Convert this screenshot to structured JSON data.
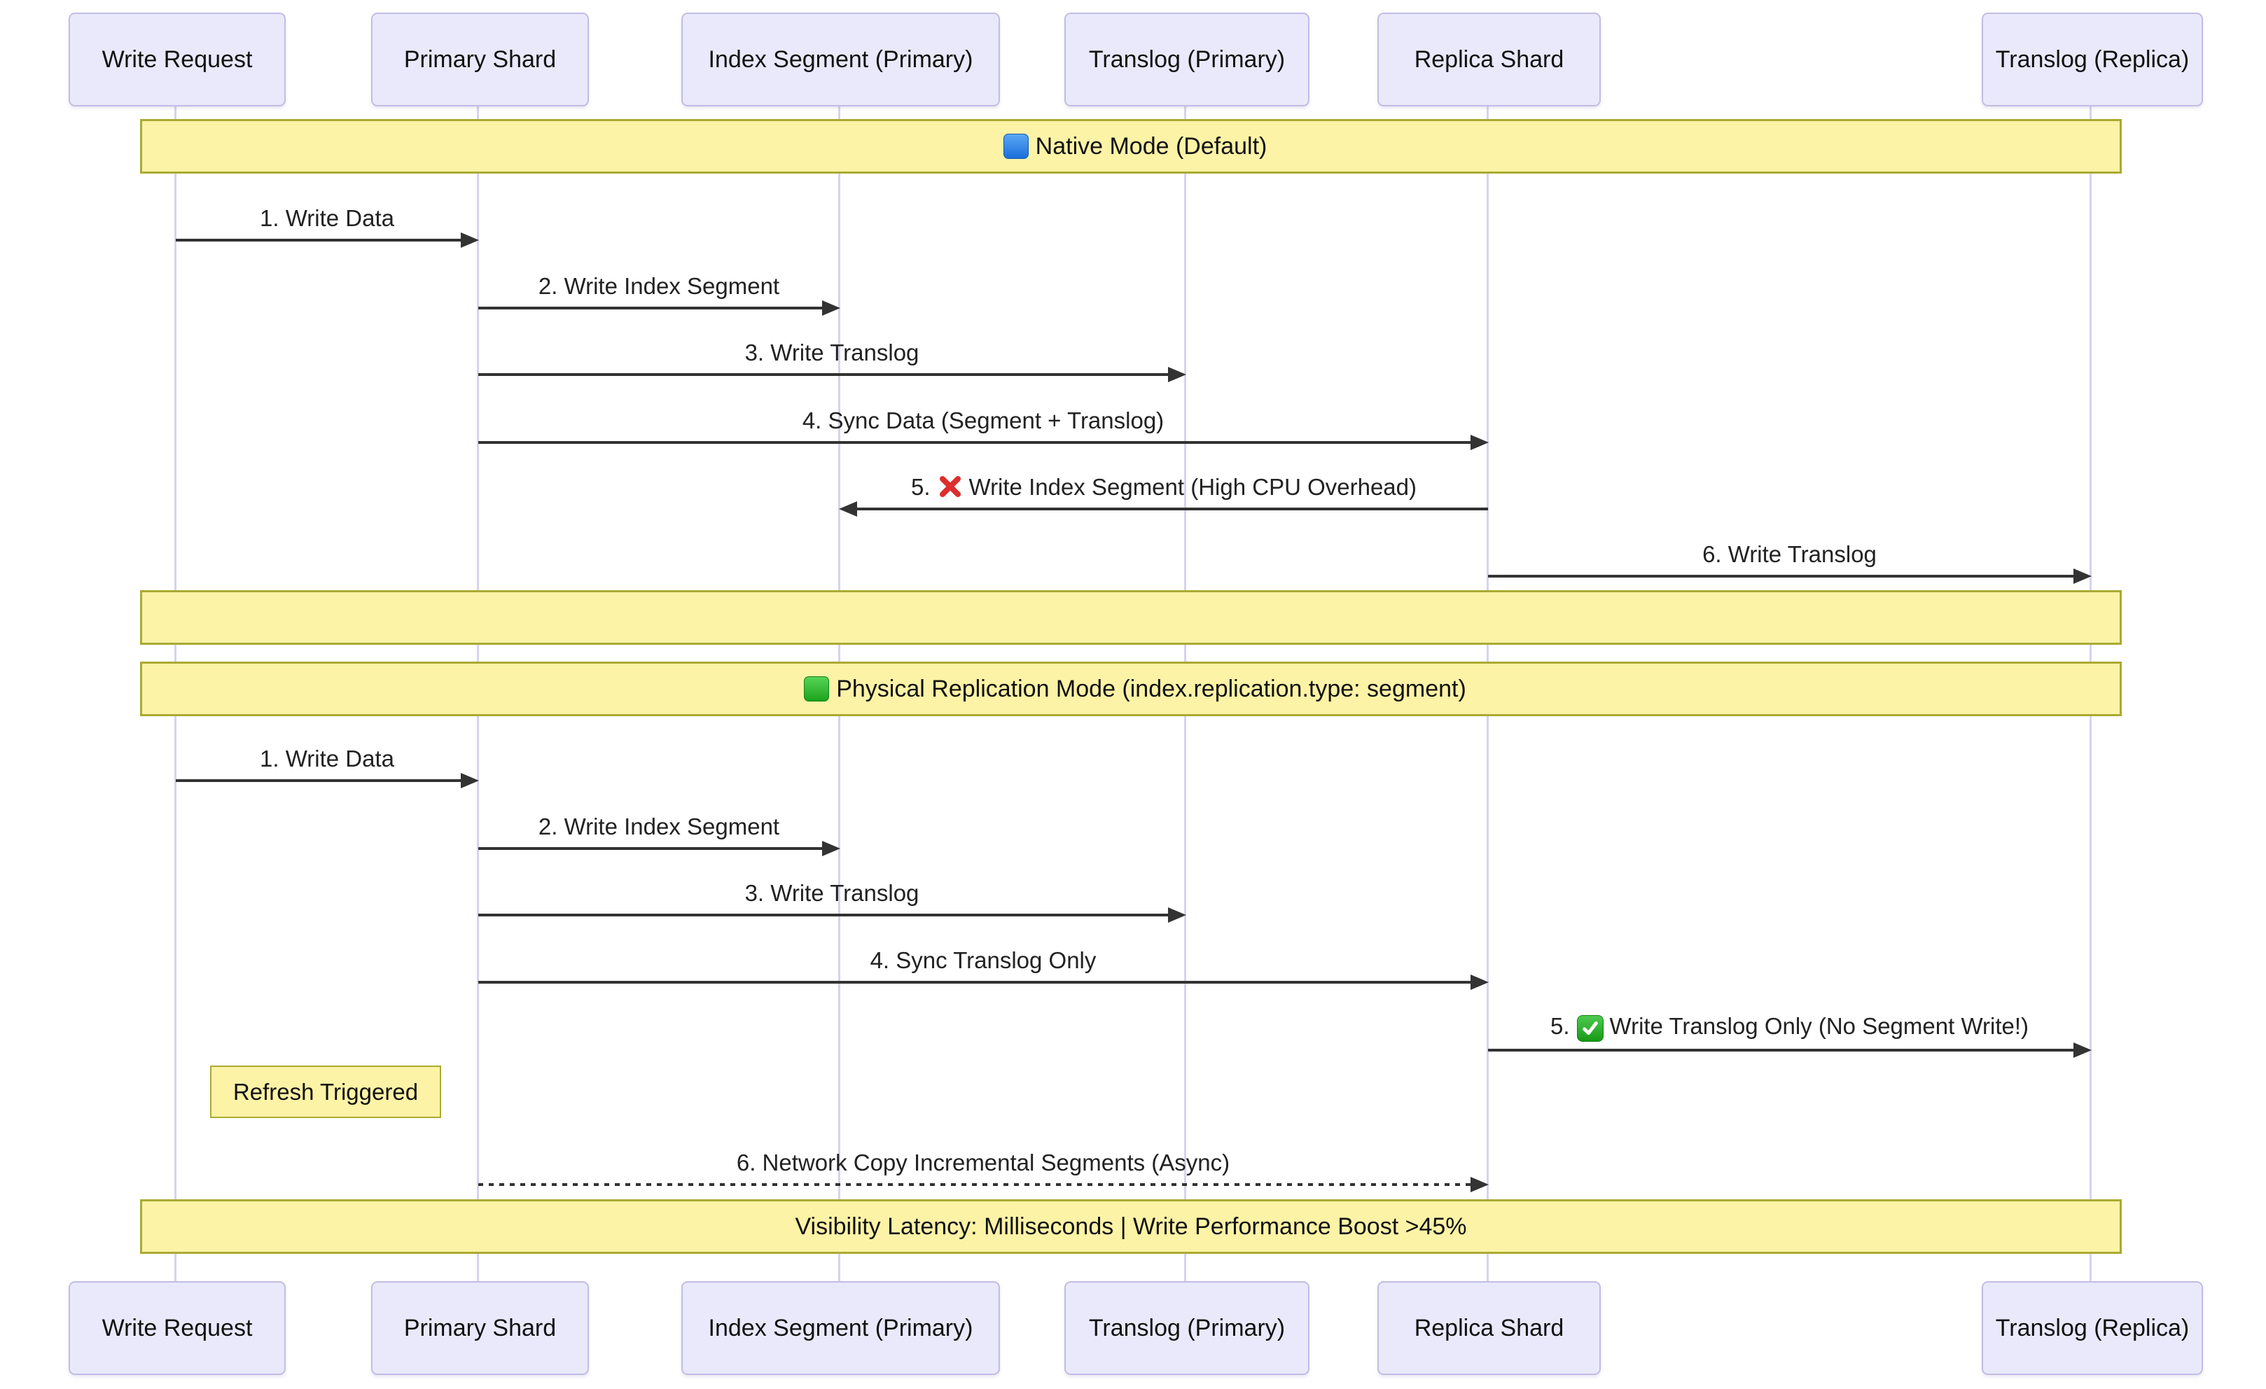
{
  "participants": [
    {
      "label": "Write Request"
    },
    {
      "label": "Primary Shard"
    },
    {
      "label": "Index Segment (Primary)"
    },
    {
      "label": "Translog (Primary)"
    },
    {
      "label": "Replica Shard"
    },
    {
      "label": "Translog (Replica)"
    }
  ],
  "banners": {
    "native": {
      "icon": "blue-square",
      "text": "Native Mode (Default)"
    },
    "spacer": {
      "text": ""
    },
    "physical": {
      "icon": "green-square",
      "text": "Physical Replication Mode (index.replication.type: segment)"
    },
    "footer": {
      "text": "Visibility Latency: Milliseconds | Write Performance Boost >45%"
    }
  },
  "messages": {
    "native": [
      {
        "text": "1. Write Data"
      },
      {
        "text": "2. Write Index Segment"
      },
      {
        "text": "3. Write Translog"
      },
      {
        "text": "4. Sync Data (Segment + Translog)"
      },
      {
        "prefix": "5.",
        "icon": "cross-mark",
        "text": "Write Index Segment (High CPU Overhead)"
      },
      {
        "text": "6. Write Translog"
      }
    ],
    "physical": [
      {
        "text": "1. Write Data"
      },
      {
        "text": "2. Write Index Segment"
      },
      {
        "text": "3. Write Translog"
      },
      {
        "text": "4. Sync Translog Only"
      },
      {
        "prefix": "5.",
        "icon": "check-mark",
        "text": "Write Translog Only (No Segment Write!)"
      },
      {
        "text": "6. Network Copy Incremental Segments (Async)"
      }
    ]
  },
  "note": {
    "text": "Refresh Triggered"
  },
  "colors": {
    "banner_fill": "#fcf3a6",
    "banner_border": "#aaaa33",
    "actor_fill": "#e9e9fb",
    "actor_border": "#c3bce4",
    "lifeline": "#d9d2ec",
    "arrow": "#333333",
    "blue_square": "#1b6fdb",
    "green_square": "#1da31d",
    "cross_mark": "#dd2e2e",
    "check_mark_bg": "#17991f"
  }
}
